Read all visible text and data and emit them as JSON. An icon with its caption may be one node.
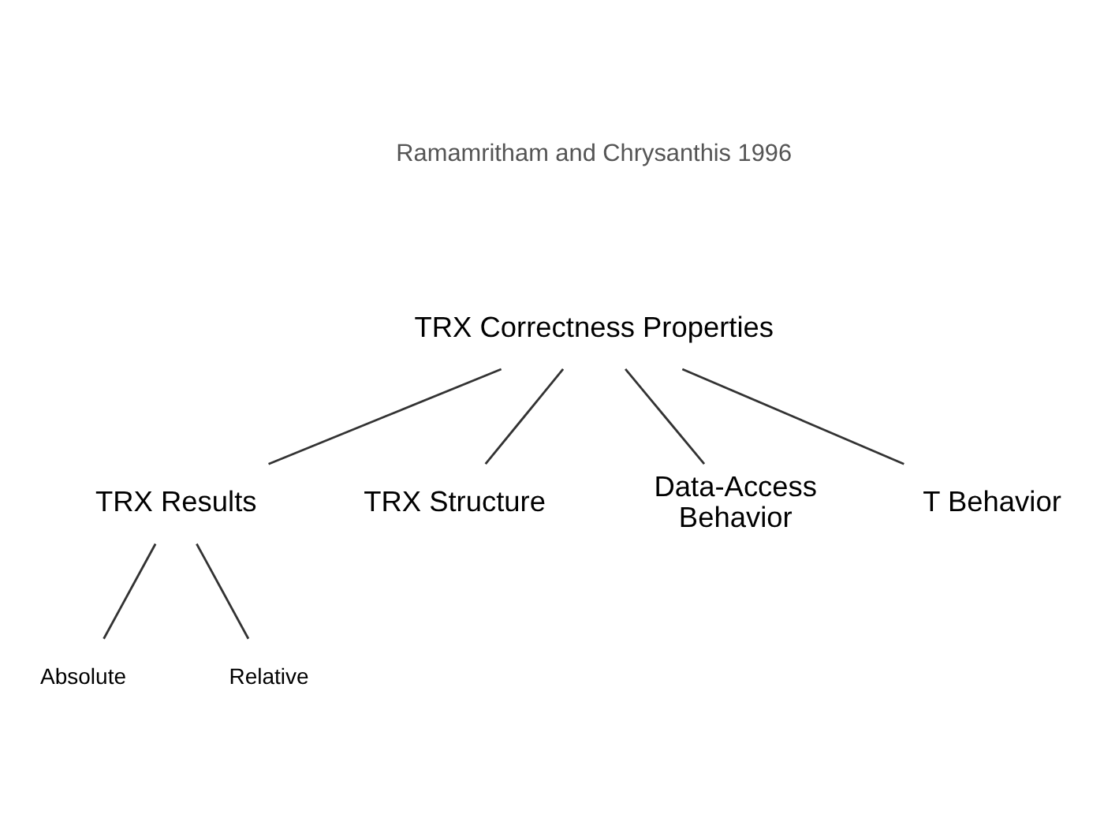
{
  "diagram": {
    "nodes": [
      {
        "text": [
          "TRX Correctness Properties"
        ]
      },
      {
        "text": [
          "TRX Results"
        ]
      },
      {
        "text": [
          "TRX Structure"
        ]
      },
      {
        "text": [
          "Data-Access Behavior"
        ]
      },
      {
        "text": [
          "T Behavior"
        ]
      },
      {
        "text": [
          "Absolute"
        ]
      },
      {
        "text": [
          "Relative"
        ]
      }
    ],
    "edges": [
      {
        "from": 0,
        "to": 1,
        "arrow": "none"
      },
      {
        "from": 0,
        "to": 2,
        "arrow": "none"
      },
      {
        "from": 0,
        "to": 3,
        "arrow": "none"
      },
      {
        "from": 0,
        "to": 4,
        "arrow": "none"
      },
      {
        "from": 1,
        "to": 5,
        "arrow": "none"
      },
      {
        "from": 1,
        "to": 6,
        "arrow": "none"
      }
    ],
    "labels": [
      "Ramamritham and Chrysanthis 1996"
    ]
  }
}
